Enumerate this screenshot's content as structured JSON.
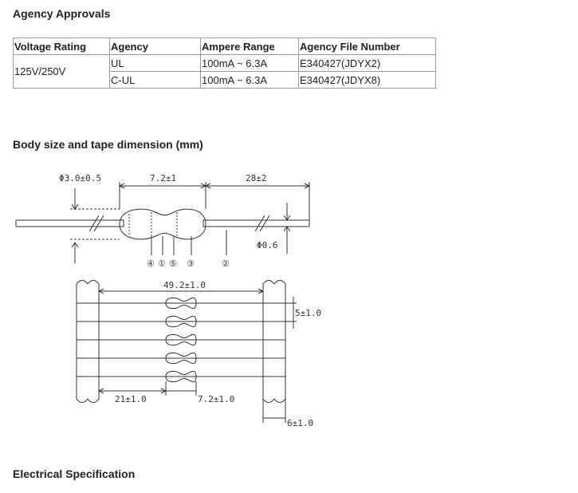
{
  "sections": {
    "agency_title": "Agency Approvals",
    "body_title": "Body size and tape dimension (mm)",
    "electrical_title": "Electrical Specification"
  },
  "agency_table": {
    "headers": [
      "Voltage Rating",
      "Agency",
      "Ampere Range",
      "Agency File Number"
    ],
    "voltage": "125V/250V",
    "rows": [
      {
        "agency": "UL",
        "range": "100mA ~ 6.3A",
        "file": "E340427(JDYX2)"
      },
      {
        "agency": "C-UL",
        "range": "100mA ~ 6.3A",
        "file": "E340427(JDYX8)"
      }
    ]
  },
  "drawing": {
    "body_diameter": "Φ3.0±0.5",
    "body_length": "7.2±1",
    "lead_length": "28±2",
    "lead_diameter": "Φ0.6",
    "callouts": [
      "④",
      "①",
      "⑤",
      "③",
      "②"
    ],
    "tape_pitch_length": "49.2±1.0",
    "tape_spacing": "5±1.0",
    "lead_to_body": "21±1.0",
    "body_on_tape": "7.2±1.0",
    "tape_width": "6±1.0"
  }
}
